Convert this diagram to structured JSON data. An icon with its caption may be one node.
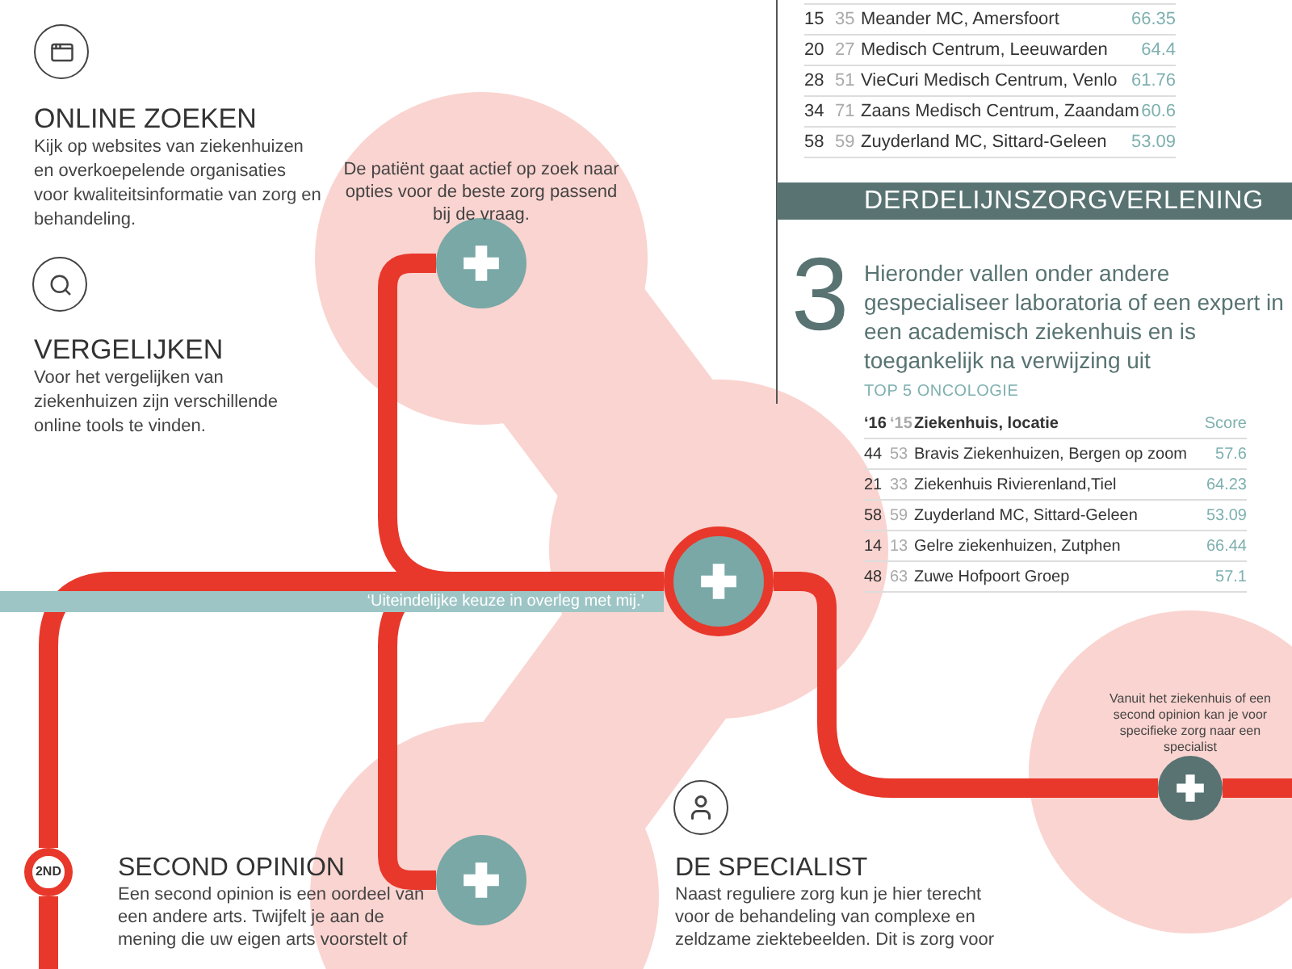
{
  "diagram": {
    "nodes": [
      {
        "text": [],
        "shape": "circle",
        "beside": [
          "De patiënt gaat actief op zoek naar opties voor de beste zorg passend bij de vraag."
        ]
      },
      {
        "text": [],
        "shape": "circle"
      },
      {
        "text": [
          "DERDELIJNSZORGVERLENING"
        ]
      },
      {
        "text": [],
        "shape": "circle",
        "beside": [
          "Vanuit het ziekenhuis of een second opinion kan je voor specifieke zorg naar een specialist"
        ]
      },
      {
        "text": [
          "2ND"
        ]
      },
      {
        "text": [],
        "shape": "circle"
      }
    ],
    "edges": [
      {
        "from": null,
        "to": 4,
        "arrow": "none"
      },
      {
        "from": 4,
        "to": 1,
        "arrow": "none",
        "label": "‘Uiteindelijke keuze in overleg met mij.’"
      },
      {
        "from": 0,
        "to": 1,
        "arrow": "none"
      },
      {
        "from": 5,
        "to": 1,
        "arrow": "none"
      },
      {
        "from": 1,
        "to": 3,
        "arrow": "none"
      },
      {
        "from": 3,
        "to": null,
        "arrow": "none"
      }
    ],
    "labels": [
      "ONLINE ZOEKEN",
      "Kijk op websites van ziekenhuizen en overkoepelende organisaties voor kwaliteitsinformatie van zorg en behandeling.",
      "VERGELIJKEN",
      "Voor het vergelijken van ziekenhuizen zijn verschillende online tools te vinden.",
      "15",
      "35",
      "Meander MC, Amersfoort",
      "66.35",
      "20",
      "27",
      "Medisch Centrum, Leeuwarden",
      "64.4",
      "28",
      "51",
      "VieCuri Medisch Centrum, Venlo",
      "61.76",
      "34",
      "71",
      "Zaans Medisch Centrum, Zaandam",
      "60.6",
      "58",
      "59",
      "Zuyderland MC, Sittard-Geleen",
      "53.09",
      "3",
      "Hieronder vallen onder andere gespecialiseer laboratoria of een expert in een academisch ziekenhuis en is toegankelijk na verwijzing uit",
      "TOP 5 ONCOLOGIE",
      "‘16",
      "‘15",
      "Ziekenhuis, locatie",
      "Score",
      "44",
      "53",
      "Bravis Ziekenhuizen, Bergen op zoom",
      "57.6",
      "21",
      "33",
      "Ziekenhuis Rivierenland,Tiel",
      "64.23",
      "58",
      "59",
      "Zuyderland MC, Sittard-Geleen",
      "53.09",
      "14",
      "13",
      "Gelre ziekenhuizen, Zutphen",
      "66.44",
      "48",
      "63",
      "Zuwe Hofpoort Groep",
      "57.1",
      "SECOND OPINION",
      "Een second opinion is een oordeel van een andere arts. Twijfelt je aan de mening die uw eigen arts voorstelt of",
      "DE SPECIALIST",
      "Naast reguliere zorg kun je hier terecht voor de behandeling van complexe en zeldzame ziektebeelden. Dit is zorg voor"
    ]
  }
}
